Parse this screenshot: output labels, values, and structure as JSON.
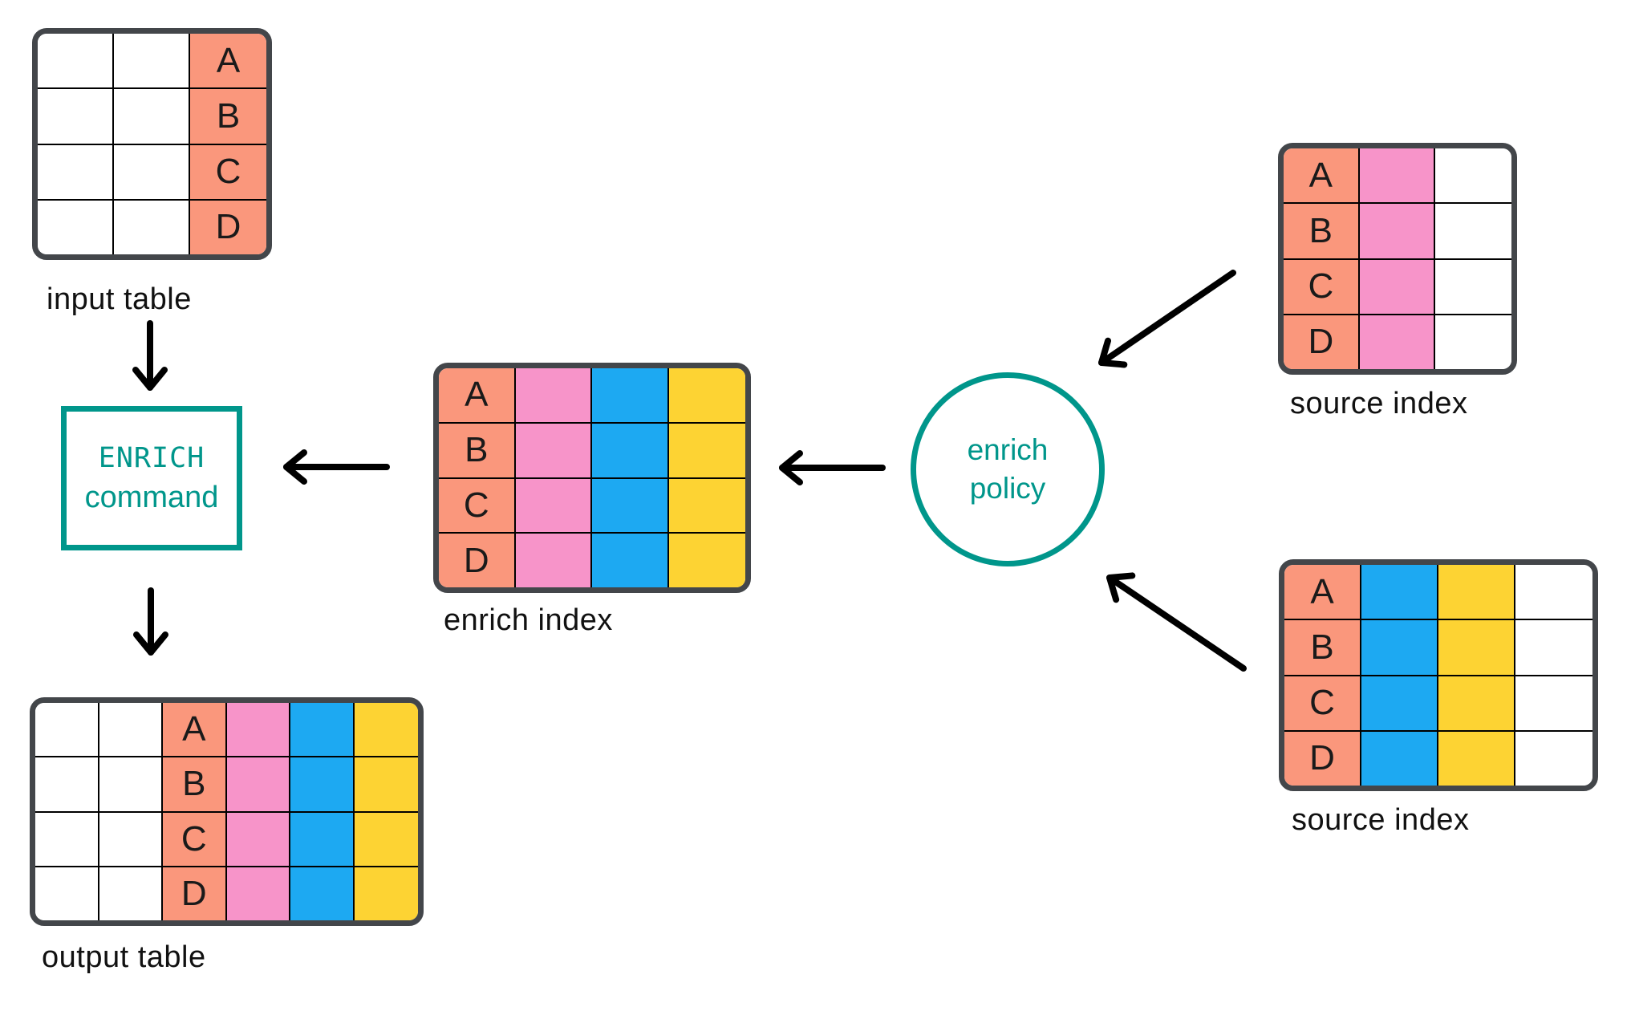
{
  "colors": {
    "background": "#ffffff",
    "salmon": "#FA977C",
    "pink": "#F794C9",
    "blue": "#1DA9F2",
    "yellow": "#FDD333",
    "teal": "#00968B",
    "table_border": "#43464A",
    "grid_line": "#000000",
    "arrow": "#000000",
    "letter_text": "#1A1A1A",
    "label_text": "#111111",
    "white": "#FFFFFF"
  },
  "row_letters": [
    "A",
    "B",
    "C",
    "D"
  ],
  "tables": {
    "input_table": {
      "label": "input table",
      "columns": [
        {
          "fill": "white"
        },
        {
          "fill": "white"
        },
        {
          "fill": "salmon",
          "lettered": true
        }
      ]
    },
    "enrich_index": {
      "label": "enrich index",
      "columns": [
        {
          "fill": "salmon",
          "lettered": true
        },
        {
          "fill": "pink"
        },
        {
          "fill": "blue"
        },
        {
          "fill": "yellow"
        }
      ]
    },
    "source_index_top": {
      "label": "source index",
      "columns": [
        {
          "fill": "salmon",
          "lettered": true
        },
        {
          "fill": "pink"
        },
        {
          "fill": "white"
        }
      ]
    },
    "source_index_bottom": {
      "label": "source index",
      "columns": [
        {
          "fill": "salmon",
          "lettered": true
        },
        {
          "fill": "blue"
        },
        {
          "fill": "yellow"
        },
        {
          "fill": "white"
        }
      ]
    },
    "output_table": {
      "label": "output table",
      "columns": [
        {
          "fill": "white"
        },
        {
          "fill": "white"
        },
        {
          "fill": "salmon",
          "lettered": true
        },
        {
          "fill": "pink"
        },
        {
          "fill": "blue"
        },
        {
          "fill": "yellow"
        }
      ]
    }
  },
  "nodes": {
    "enrich_command": {
      "line1": "ENRICH",
      "line2": "command"
    },
    "enrich_policy": {
      "line1": "enrich",
      "line2": "policy"
    }
  }
}
